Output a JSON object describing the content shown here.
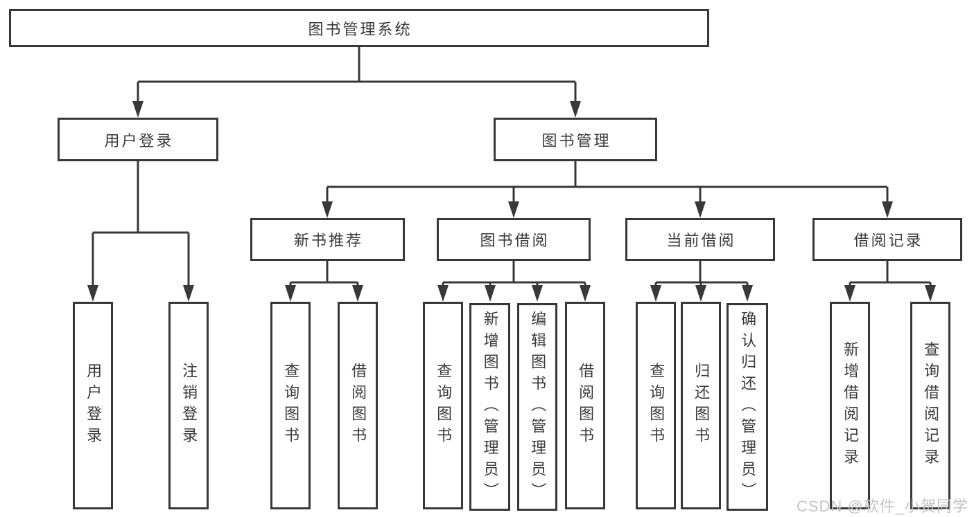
{
  "tree": {
    "root": {
      "label": "图书管理系统"
    },
    "children": [
      {
        "label": "用户登录",
        "children": [
          {
            "label": "用户登录"
          },
          {
            "label": "注销登录"
          }
        ]
      },
      {
        "label": "图书管理",
        "children": [
          {
            "label": "新书推荐",
            "children": [
              {
                "label": "查询图书"
              },
              {
                "label": "借阅图书"
              }
            ]
          },
          {
            "label": "图书借阅",
            "children": [
              {
                "label": "查询图书"
              },
              {
                "label": "新增图书（管理员）"
              },
              {
                "label": "编辑图书（管理员）"
              },
              {
                "label": "借阅图书"
              }
            ]
          },
          {
            "label": "当前借阅",
            "children": [
              {
                "label": "查询图书"
              },
              {
                "label": "归还图书"
              },
              {
                "label": "确认归还（管理员）"
              }
            ]
          },
          {
            "label": "借阅记录",
            "children": [
              {
                "label": "新增借阅记录"
              },
              {
                "label": "查询借阅记录"
              }
            ]
          }
        ]
      }
    ]
  },
  "watermark": {
    "text": "CSDN @软件_小贺同学"
  },
  "colors": {
    "line": "#383838",
    "box_border": "#383838",
    "text": "#3a3a3a",
    "watermark": "#c3c3c3",
    "background": "#ffffff"
  }
}
